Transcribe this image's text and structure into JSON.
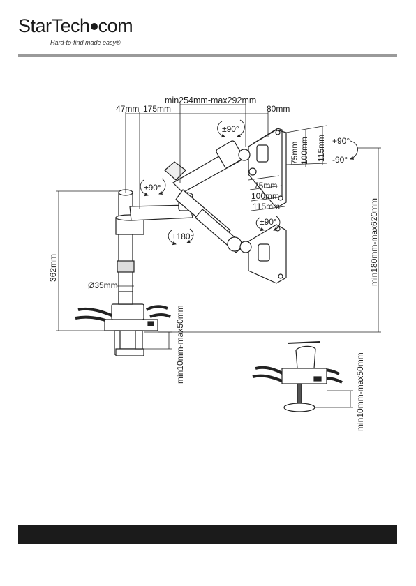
{
  "brand": {
    "name_start": "StarTech",
    "name_end": "com",
    "tagline": "Hard-to-find made easy®"
  },
  "dimensions": {
    "arm_span": "min254mm-max292mm",
    "post_offset": "47mm",
    "arm_segment": "175mm",
    "head_length": "80mm",
    "post_height": "362mm",
    "post_diameter": "Ø35mm",
    "overall_height": "min180mm-max620mm",
    "desk_clamp": "min10mm-max50mm",
    "grommet_clamp": "min10mm-max50mm",
    "vesa_h_75": "75mm",
    "vesa_h_100": "100mm",
    "vesa_h_115": "115mm",
    "vesa_w_75": "75mm",
    "vesa_w_100": "100mm",
    "vesa_w_115": "115mm"
  },
  "rotations": {
    "head_swivel": "±90°",
    "arm_swivel": "±90°",
    "base_swivel": "±180°",
    "tilt_up": "+90°",
    "tilt_down": "-90°",
    "screen_rotation": "±90°"
  }
}
